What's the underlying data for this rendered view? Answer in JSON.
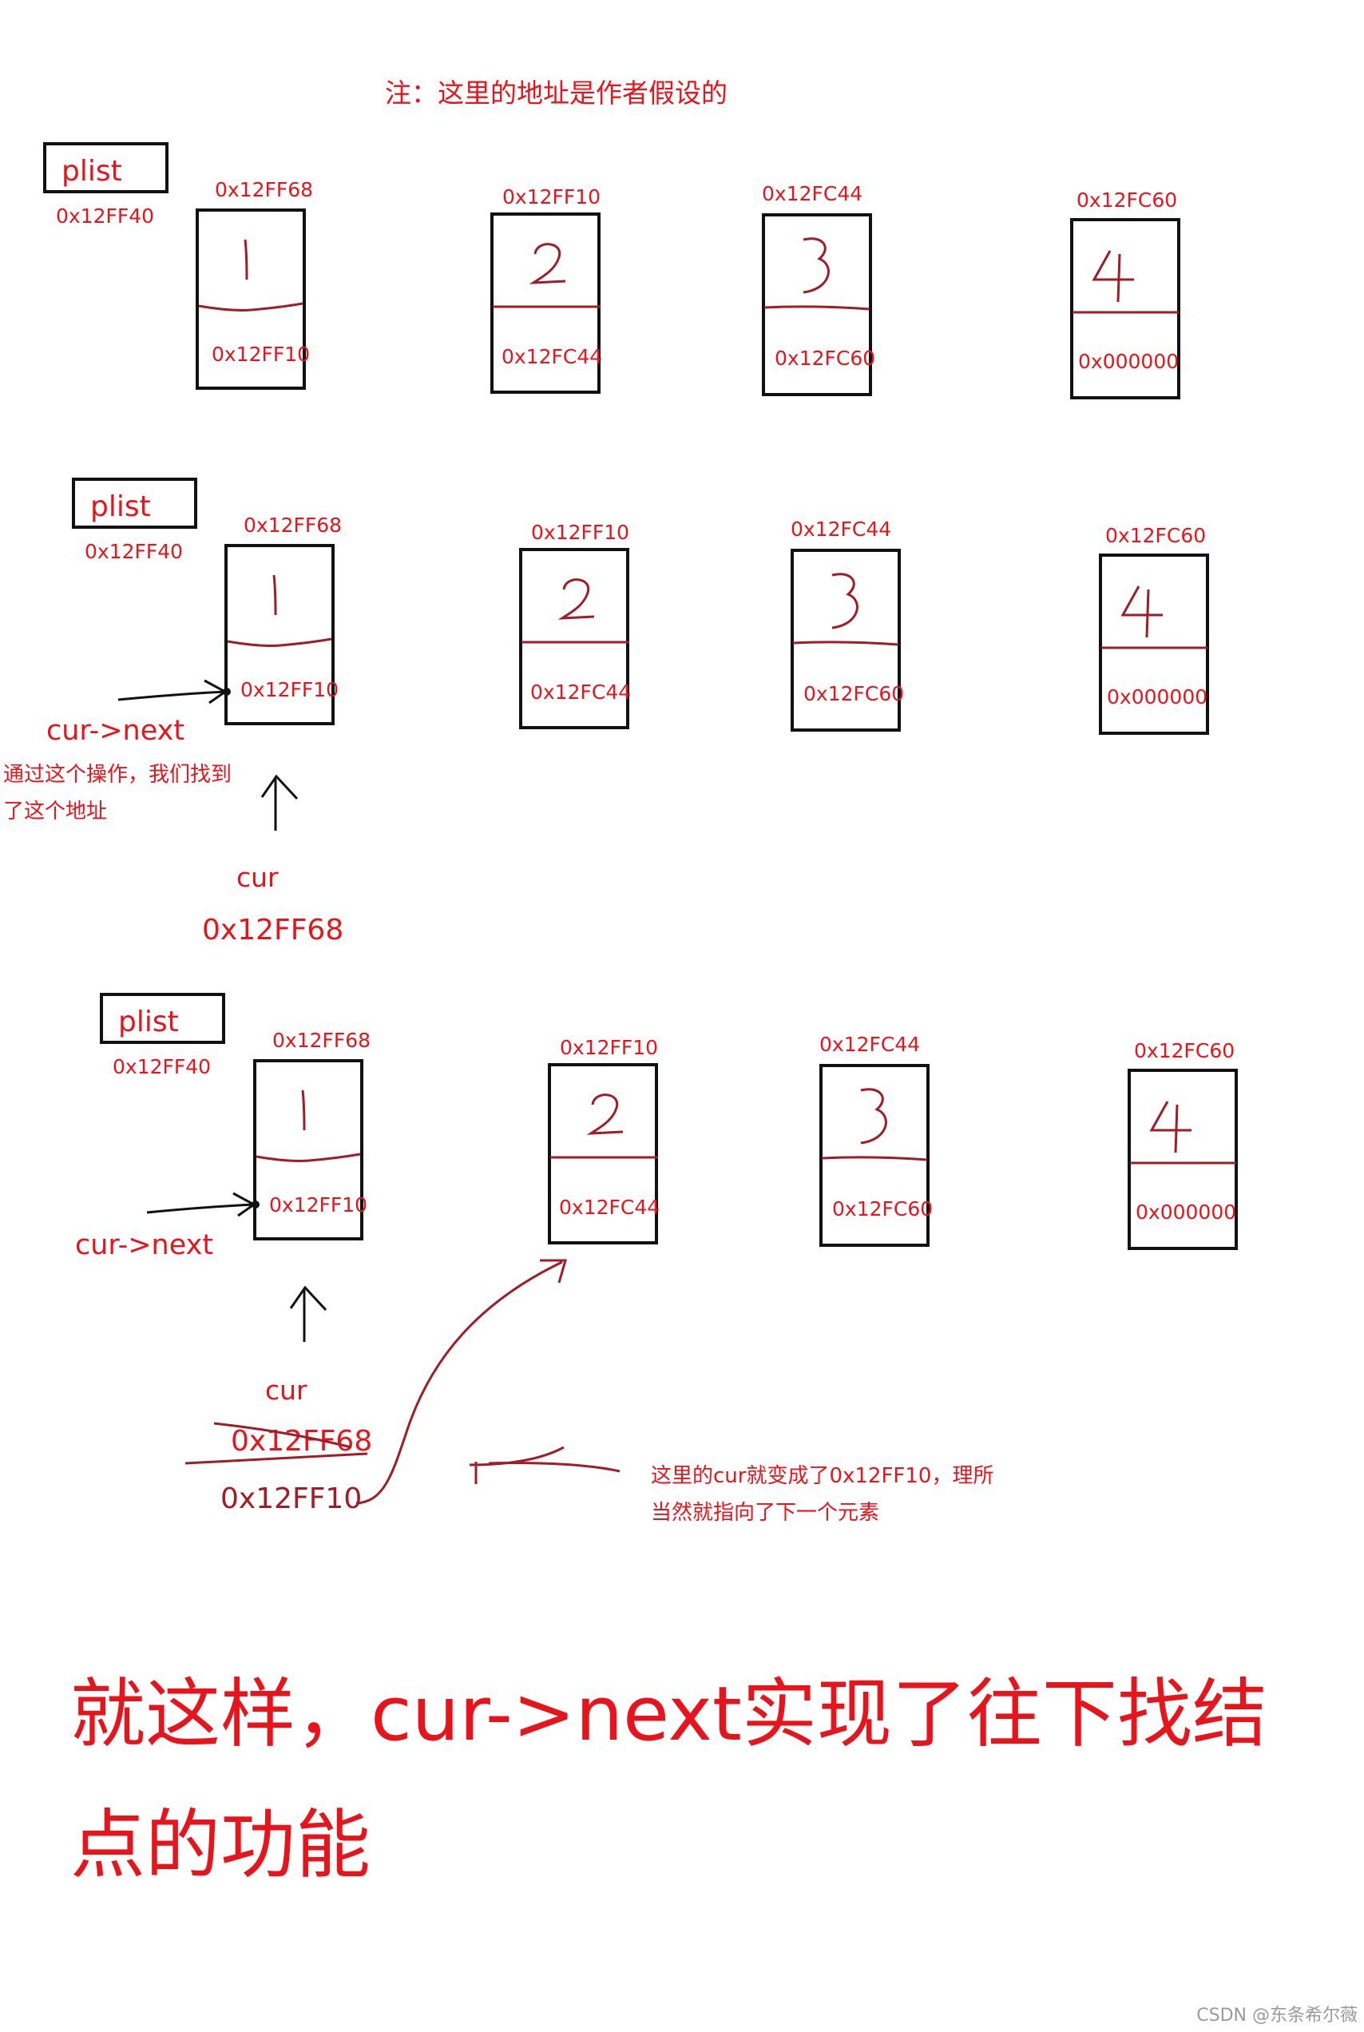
{
  "note": "注：这里的地址是作者假设的",
  "plist_label": "plist",
  "plist_addr": "0x12FF40",
  "nodes": [
    {
      "addr": "0x12FF68",
      "value": "1",
      "next": "0x12FF10"
    },
    {
      "addr": "0x12FF10",
      "value": "2",
      "next": "0x12FC44"
    },
    {
      "addr": "0x12FC44",
      "value": "3",
      "next": "0x12FC60"
    },
    {
      "addr": "0x12FC60",
      "value": "4",
      "next": "0x000000"
    }
  ],
  "cur_next_label": "cur->next",
  "op_note_line1": "通过这个操作，我们找到",
  "op_note_line2": "了这个地址",
  "cur_label": "cur",
  "cur_old_addr": "0x12FF68",
  "cur_new_addr": "0x12FF10",
  "explain_line1": "这里的cur就变成了0x12FF10，理所",
  "explain_line2": "当然就指向了下一个元素",
  "conclusion_line1": "就这样，cur->next实现了往下找结",
  "conclusion_line2": "点的功能",
  "watermark": "CSDN @东条希尔薇",
  "colors": {
    "red": "#e8141c",
    "darkred": "#a01c26",
    "black": "#111111",
    "gray": "#9a9a9a"
  }
}
